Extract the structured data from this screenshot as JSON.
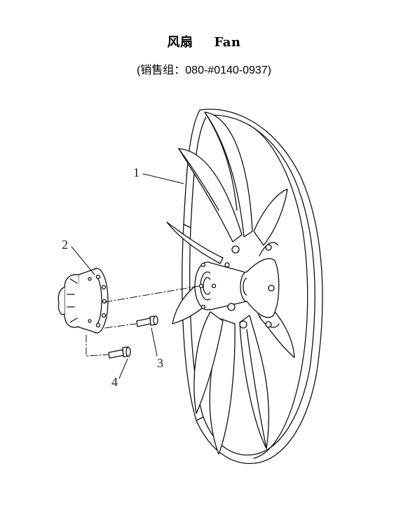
{
  "header": {
    "title_cn": "风扇",
    "title_en": "Fan",
    "subtitle": "(销售组：080-#0140-0937)"
  },
  "callouts": {
    "fan": "1",
    "hub": "2",
    "bolt_short": "3",
    "bolt_long": "4"
  }
}
